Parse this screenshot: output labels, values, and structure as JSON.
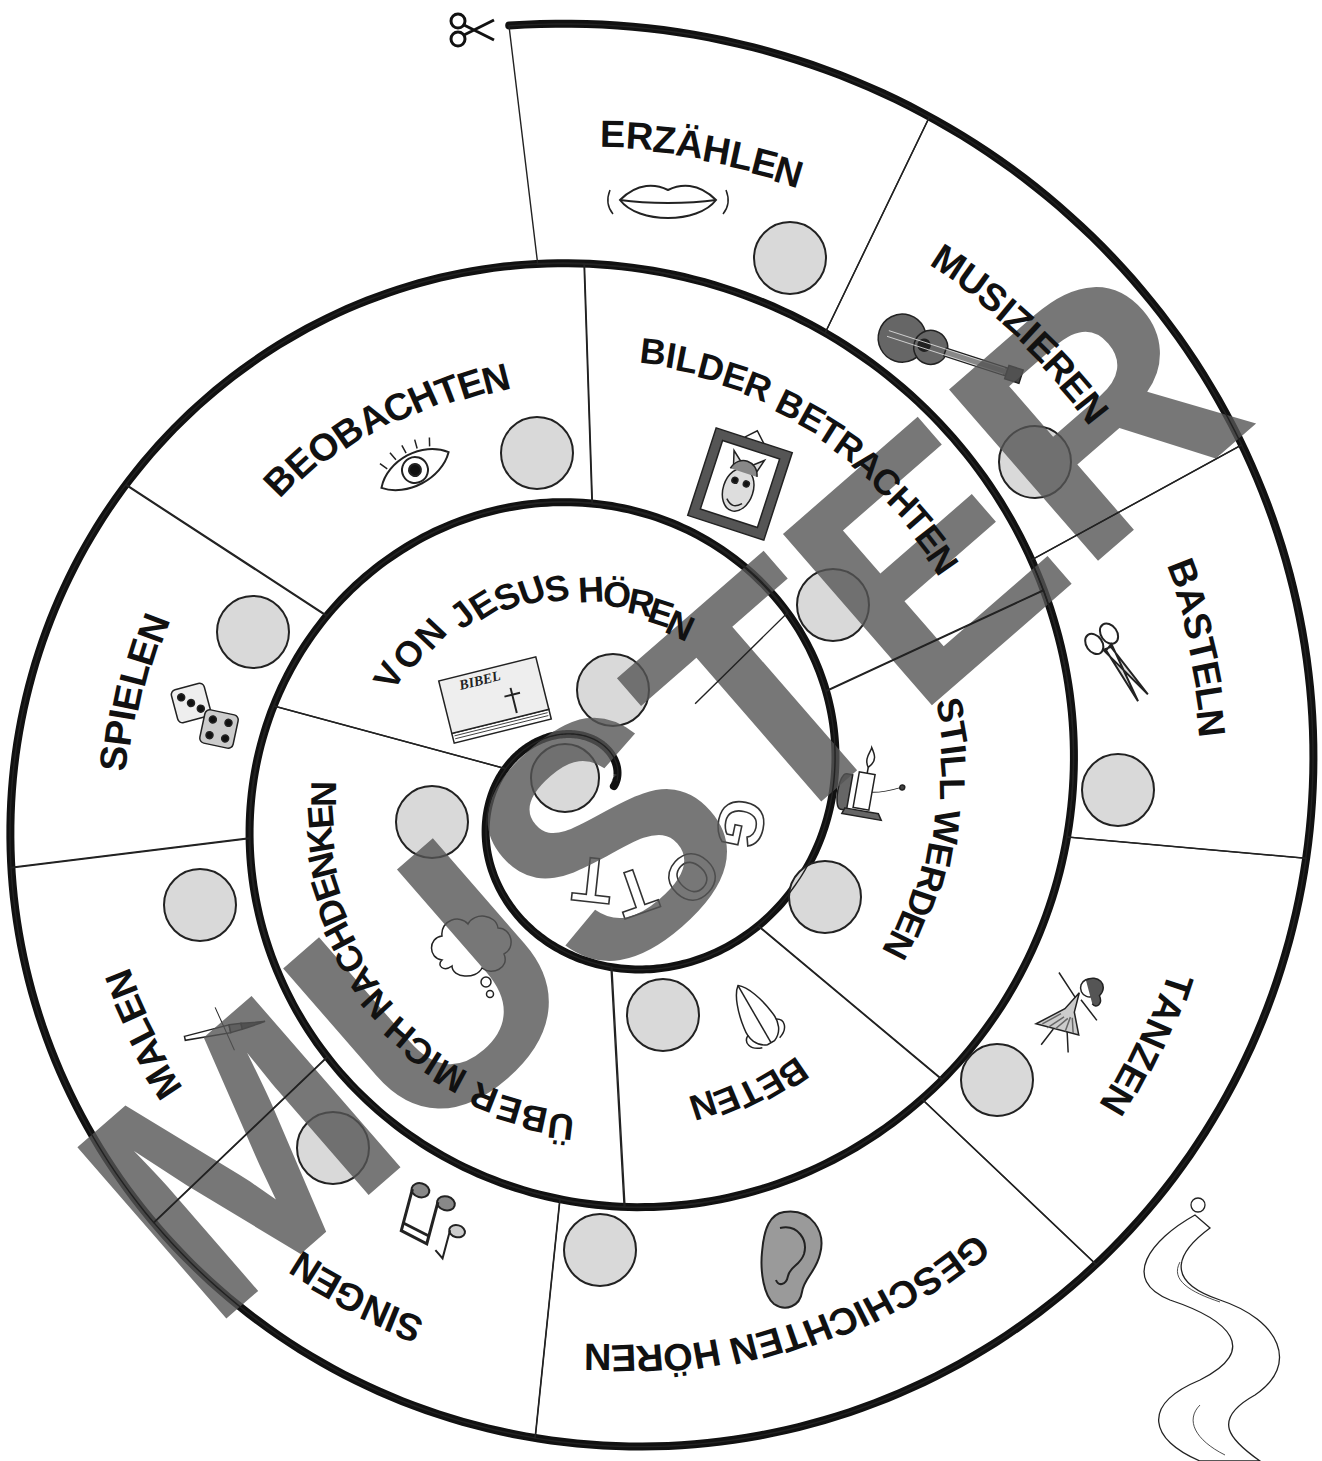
{
  "diagram": {
    "nodes": [
      {
        "text": [
          "ERZÄHLEN"
        ]
      },
      {
        "text": [
          "MUSIZIEREN"
        ]
      },
      {
        "text": [
          "BASTELN"
        ]
      },
      {
        "text": [
          "TANZEN"
        ]
      },
      {
        "text": [
          "GESCHICHTEN HÖREN"
        ]
      },
      {
        "text": [
          "SINGEN"
        ]
      },
      {
        "text": [
          "MALEN"
        ]
      },
      {
        "text": [
          "SPIELEN"
        ]
      },
      {
        "text": [
          "BEOBACHTEN"
        ]
      },
      {
        "text": [
          "BILDER BETRACHTEN"
        ]
      },
      {
        "text": [
          "STILL WERDEN"
        ]
      },
      {
        "text": [
          "BETEN"
        ]
      },
      {
        "text": [
          "ÜBER MICH NACHDENKEN"
        ]
      },
      {
        "text": [
          "VON JESUS HÖREN"
        ]
      }
    ],
    "labels": [
      "BIBEL",
      "GOTT",
      "MUSTER"
    ]
  }
}
